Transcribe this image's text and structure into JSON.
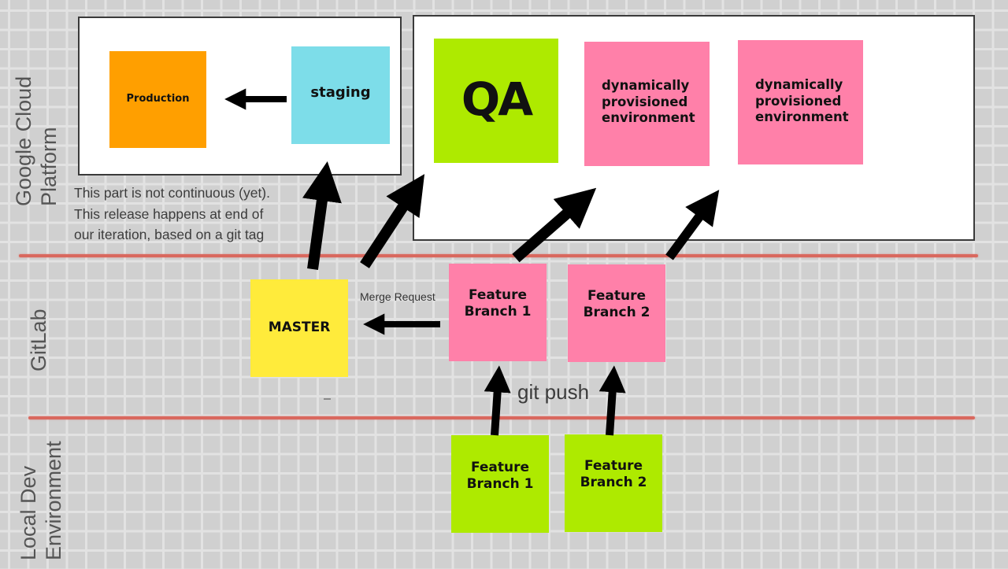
{
  "lanes": {
    "gcp": "Google Cloud\nPlatform",
    "gitlab": "GitLab",
    "local": "Local Dev\nEnvironment"
  },
  "colors": {
    "production": "#ff9f00",
    "staging": "#7ddde9",
    "qa": "#aeea00",
    "dynamic_env": "#ff80a9",
    "master": "#ffeb3b",
    "feature_gitlab": "#ff80a9",
    "feature_local": "#aeea00",
    "divider": "#d9685e"
  },
  "gcp": {
    "production": "Production",
    "staging": "staging",
    "qa": "QA",
    "dynamic_env_1": "dynamically provisioned environment",
    "dynamic_env_2": "dynamically provisioned environment",
    "release_note": {
      "line1": "This part is not continuous (yet).",
      "line2": "This release happens at end of",
      "line3": "our iteration, based on a git tag"
    }
  },
  "gitlab": {
    "master": "MASTER",
    "merge_request": "Merge Request",
    "feature_branch_1": "Feature Branch 1",
    "feature_branch_2": "Feature Branch 2"
  },
  "local": {
    "git_push": "git push",
    "feature_branch_1": "Feature Branch 1",
    "feature_branch_2": "Feature Branch 2"
  }
}
